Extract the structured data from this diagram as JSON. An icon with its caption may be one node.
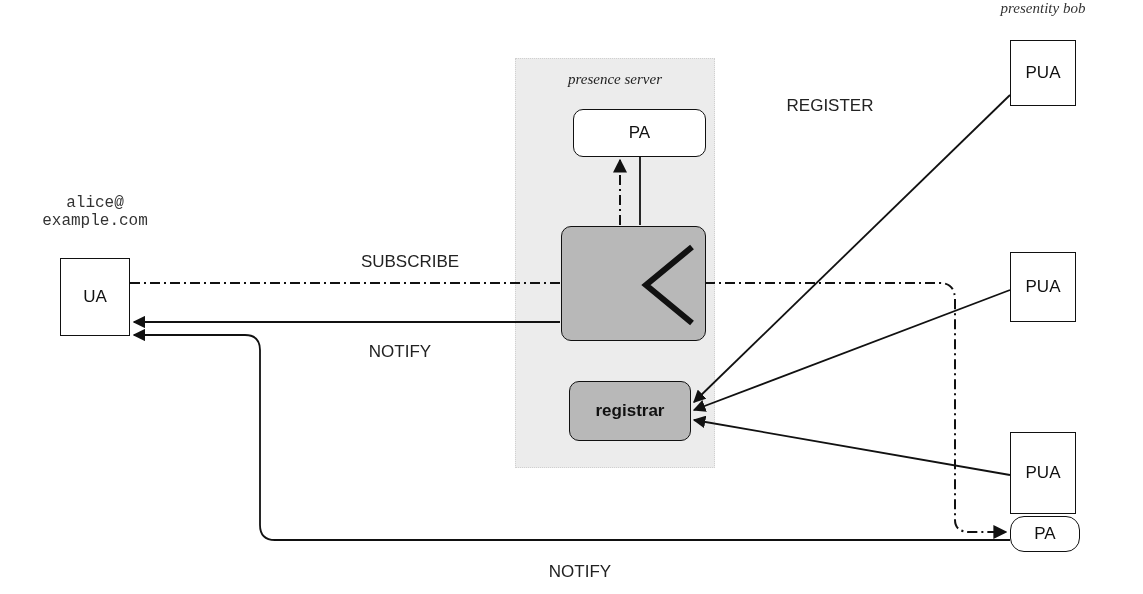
{
  "diagram": {
    "nodes": [
      {
        "text": [
          "presence server"
        ]
      },
      {
        "text": [
          "UA"
        ],
        "beside": [
          "alice@ example.com"
        ]
      },
      {
        "text": [
          "PA"
        ],
        "in": 0
      },
      {
        "text": [],
        "shape": "box",
        "in": 0
      },
      {
        "text": [
          "registrar"
        ],
        "in": 0
      },
      {
        "text": [
          "PUA"
        ],
        "beside": [
          "presentity bob"
        ]
      },
      {
        "text": [
          "PUA"
        ]
      },
      {
        "text": [
          "PUA"
        ]
      },
      {
        "text": [
          "PA"
        ]
      }
    ],
    "edges": [
      {
        "from": 1,
        "to": 3,
        "arrow": "none",
        "style": "dashed",
        "label": "SUBSCRIBE"
      },
      {
        "from": 3,
        "to": 2,
        "arrow": "to",
        "style": "dashed"
      },
      {
        "from": 3,
        "to": 8,
        "arrow": "to",
        "style": "dashed"
      },
      {
        "from": 2,
        "to": 3,
        "arrow": "none"
      },
      {
        "from": 3,
        "to": 1,
        "arrow": "to",
        "label": "NOTIFY"
      },
      {
        "from": 8,
        "to": 1,
        "arrow": "to",
        "label": "NOTIFY"
      },
      {
        "from": 5,
        "to": 4,
        "arrow": "to",
        "label": "REGISTER"
      },
      {
        "from": 6,
        "to": 4,
        "arrow": "to"
      },
      {
        "from": 7,
        "to": 4,
        "arrow": "to"
      }
    ]
  }
}
